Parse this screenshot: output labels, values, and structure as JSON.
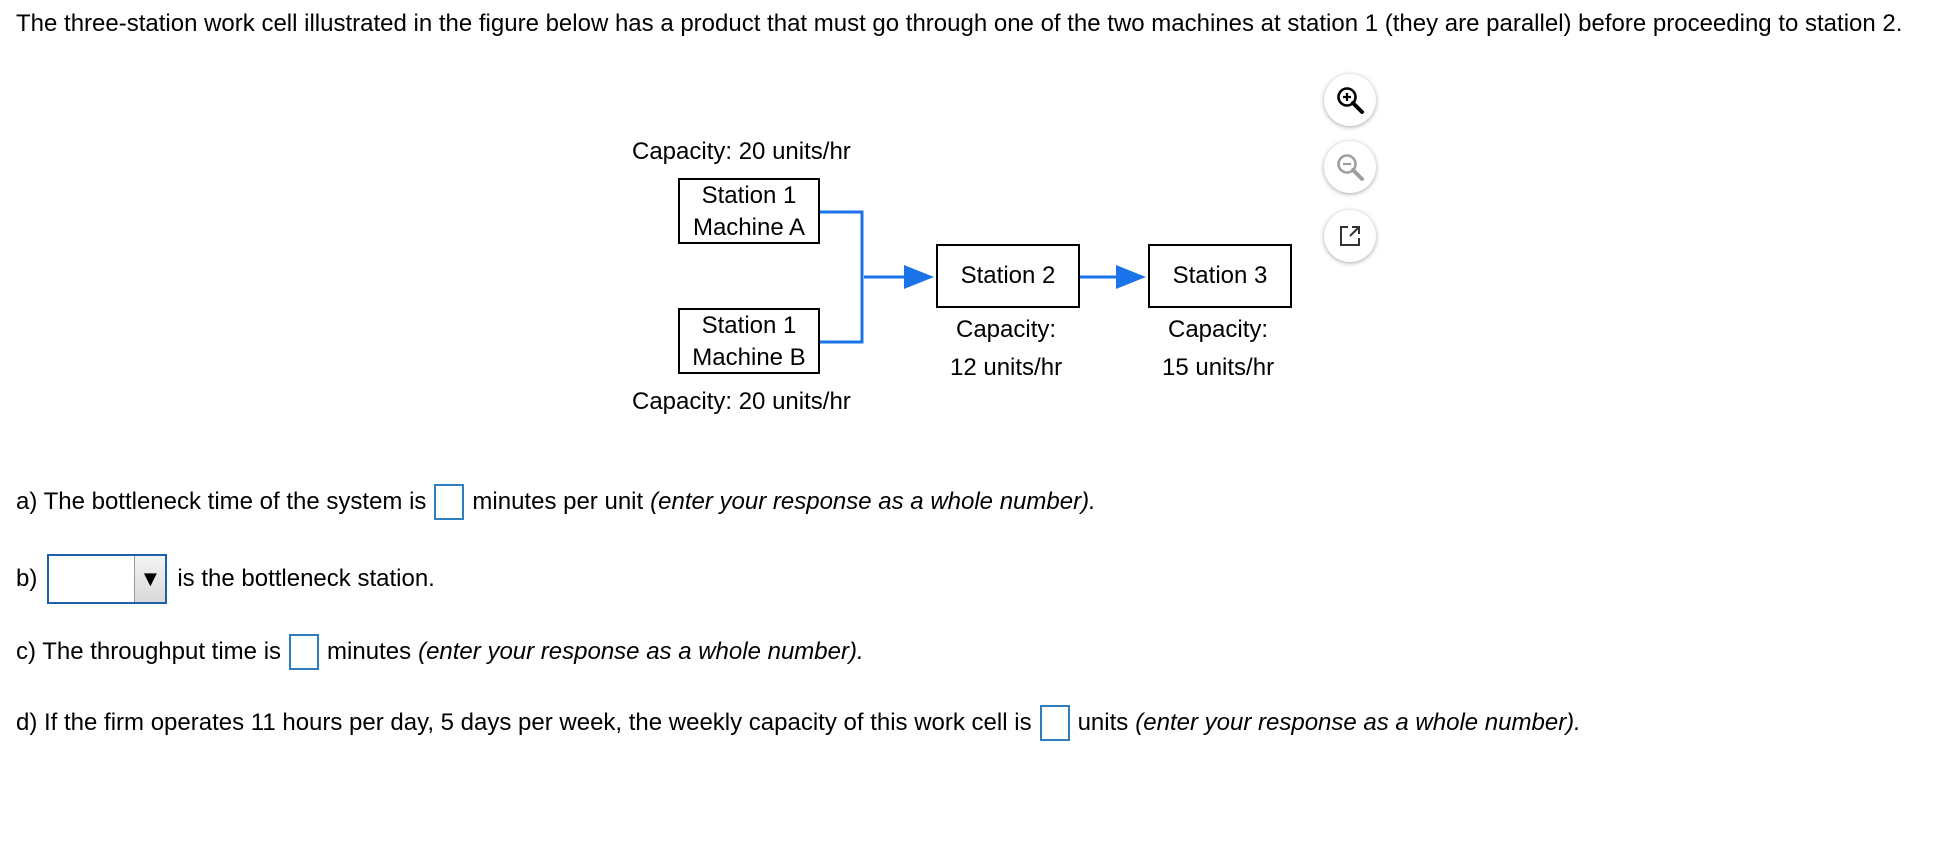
{
  "intro_text": "The three-station work cell illustrated in the figure below has a product that must go through one of the two machines at station 1 (they are parallel) before proceeding to station 2.",
  "figure": {
    "station1a": {
      "capacity_label": "Capacity: 20 units/hr",
      "line1": "Station 1",
      "line2": "Machine A"
    },
    "station1b": {
      "capacity_label": "Capacity: 20 units/hr",
      "line1": "Station 1",
      "line2": "Machine B"
    },
    "station2": {
      "label": "Station 2",
      "capacity_line1": "Capacity:",
      "capacity_line2": "12 units/hr"
    },
    "station3": {
      "label": "Station 3",
      "capacity_line1": "Capacity:",
      "capacity_line2": "15 units/hr"
    },
    "connector_color": "#1a73e8"
  },
  "tools": {
    "zoom_in_icon": "zoom-in-icon",
    "zoom_out_icon": "zoom-out-icon",
    "popout_icon": "external-link-icon"
  },
  "questions": {
    "a": {
      "prefix": "a) The bottleneck time of the system is",
      "suffix": "minutes per unit",
      "note": "(enter your response as a whole number)."
    },
    "b": {
      "prefix": "b)",
      "selected": "",
      "arrow": "▼",
      "suffix": "is the bottleneck station."
    },
    "c": {
      "prefix": "c) The throughput time is",
      "suffix": "minutes",
      "note": "(enter your response as a whole number)."
    },
    "d": {
      "prefix": "d) If the firm operates 11 hours per day, 5 days per week, the weekly capacity of this work cell is",
      "suffix": "units",
      "note": "(enter your response as a whole number)."
    }
  }
}
